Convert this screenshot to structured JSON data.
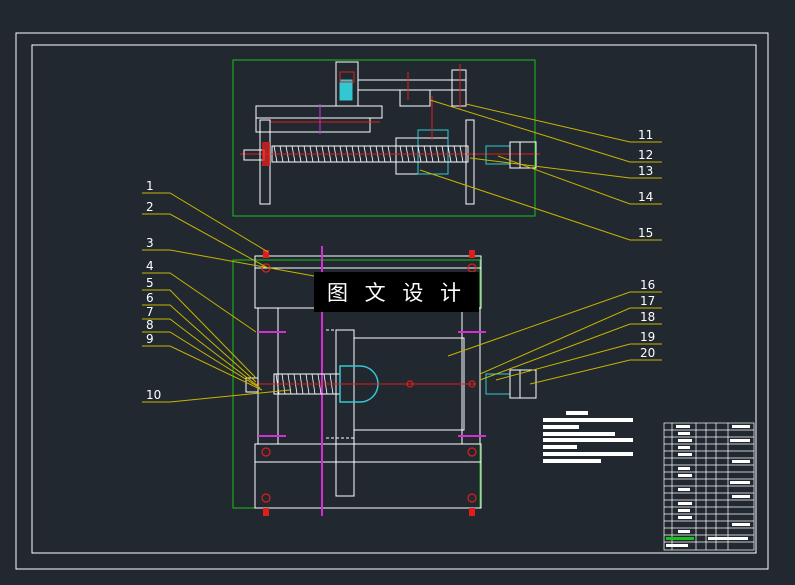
{
  "banner": {
    "text": "图 文 设 计"
  },
  "colors": {
    "background": "#212830",
    "frame": "#ffffff",
    "leader": "#c8b400",
    "green": "#19c219",
    "red": "#e01e1e",
    "magenta": "#d22fd2",
    "cyan": "#32c8d2",
    "white": "#ffffff"
  },
  "callouts": {
    "c1": "1",
    "c2": "2",
    "c3": "3",
    "c4": "4",
    "c5": "5",
    "c6": "6",
    "c7": "7",
    "c8": "8",
    "c9": "9",
    "c10": "10",
    "c11": "11",
    "c12": "12",
    "c13": "13",
    "c14": "14",
    "c15": "15",
    "c16": "16",
    "c17": "17",
    "c18": "18",
    "c19": "19",
    "c20": "20"
  }
}
